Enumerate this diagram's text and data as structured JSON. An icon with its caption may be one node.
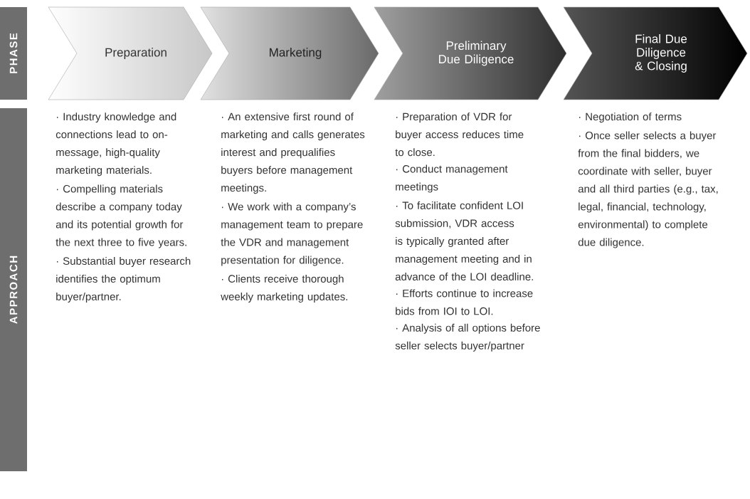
{
  "diagram": {
    "nodes": [
      {
        "text": [
          "PHASE"
        ]
      },
      {
        "text": [
          "APPROACH"
        ]
      },
      {
        "text": [
          "Preparation"
        ]
      },
      {
        "text": [
          "Marketing"
        ]
      },
      {
        "text": [
          "Preliminary Due Diligence"
        ]
      },
      {
        "text": [
          "Final Due Diligence & Closing"
        ]
      }
    ],
    "labels": [
      "· Industry knowledge and connections lead to on-message, high-quality marketing materials.",
      "· Compelling materials describe a company today and its potential growth for the next three to five years.",
      "· Substantial buyer research identifies the optimum buyer/partner.",
      "· An extensive first round of marketing and calls generates interest and prequalifies buyers before management meetings.",
      "· We work with a company’s management team to prepare the VDR and management presentation for diligence.",
      "· Clients receive thorough weekly marketing updates.",
      "· Preparation of VDR for buyer access reduces time to close.",
      "· Conduct management meetings",
      "· To facilitate confident LOI submission, VDR access is typically granted after management meeting and in advance of the LOI deadline.",
      "· Efforts continue to increase bids from IOI to LOI.",
      "· Analysis of all options before seller selects buyer/partner",
      "· Negotiation of terms",
      "· Once seller selects a buyer from the final bidders, we coordinate with seller, buyer and all third parties (e.g., tax, legal, financial, technology, environmental) to complete due diligence."
    ]
  }
}
